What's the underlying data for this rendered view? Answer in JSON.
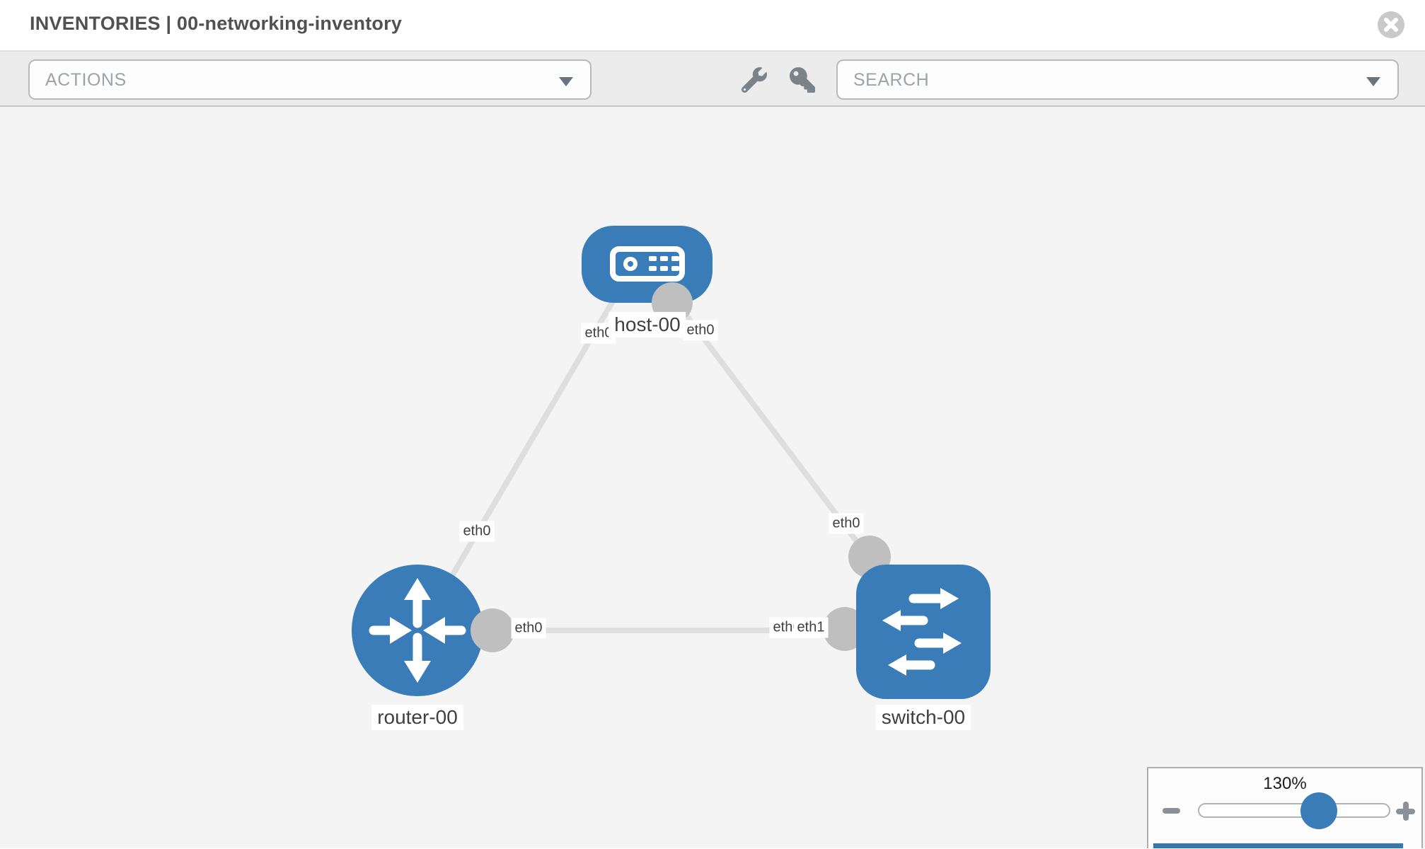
{
  "header": {
    "title": "INVENTORIES | 00-networking-inventory"
  },
  "toolbar": {
    "actions_label": "ACTIONS",
    "search_label": "SEARCH",
    "icons": [
      "wrench-icon",
      "key-icon"
    ]
  },
  "topology": {
    "nodes": [
      {
        "label": "host-00",
        "type": "host"
      },
      {
        "label": "router-00",
        "type": "router"
      },
      {
        "label": "switch-00",
        "type": "switch"
      }
    ],
    "interface_labels": {
      "host_to_router_at_host": "eth0",
      "host_to_router_at_router": "eth0",
      "host_to_switch_at_host": "eth0",
      "host_to_switch_at_switch": "eth0",
      "router_to_switch_at_router": "eth0",
      "router_to_switch_at_switch_back": "eth0",
      "router_to_switch_at_switch_front": "eth1"
    },
    "colors": {
      "node": "#3a7cb8",
      "edge": "#dedede",
      "port": "#bfbfbf"
    }
  },
  "zoom_panel": {
    "level": "130%"
  }
}
